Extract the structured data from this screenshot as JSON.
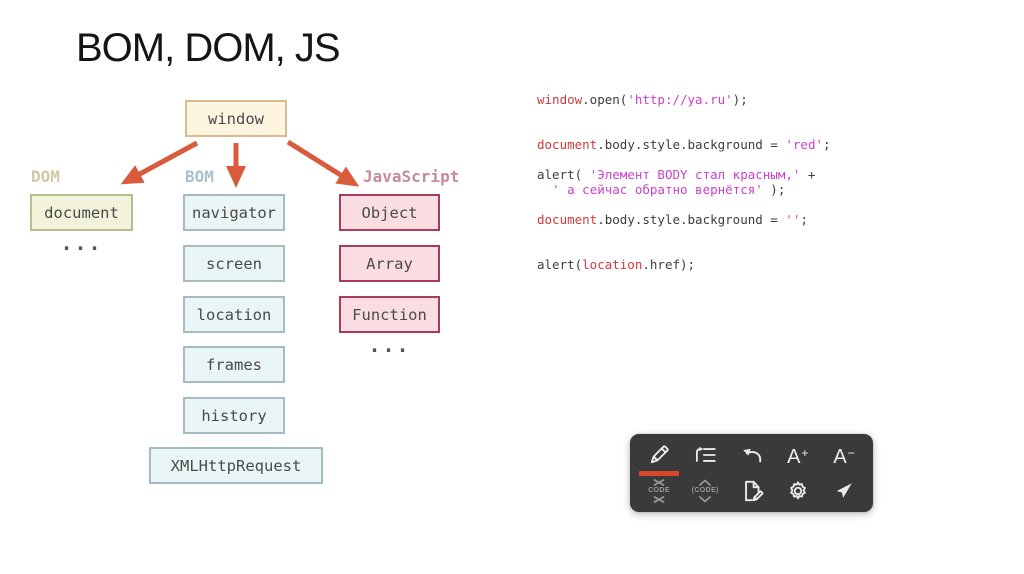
{
  "slide": {
    "title": "BOM, DOM, JS"
  },
  "diagram": {
    "root": "window",
    "dom": {
      "label": "DOM",
      "items": [
        "document"
      ],
      "more": "..."
    },
    "bom": {
      "label": "BOM",
      "items": [
        "navigator",
        "screen",
        "location",
        "frames",
        "history"
      ]
    },
    "js": {
      "label": "JavaScript",
      "items": [
        "Object",
        "Array",
        "Function"
      ],
      "more": "..."
    },
    "extra": "XMLHttpRequest",
    "colors": {
      "arrow": "#d95b3b",
      "arrow_dark": "#d9472b",
      "window_bg": "#fdf5df",
      "window_border": "#d9bc8e",
      "dom_bg": "#f2f3da",
      "dom_border": "#b9bc8d",
      "dom_label": "#cfc9a4",
      "bom_bg": "#eaf5f5",
      "bom_border": "#a7bcc2",
      "bom_label": "#a9c1cd",
      "js_bg": "#f9dde3",
      "js_border": "#aa3c59",
      "js_label": "#c68b9e"
    }
  },
  "code": {
    "colors": {
      "keyword": "#d03a3a",
      "string": "#cc3fcc",
      "plain": "#3c3c3c"
    },
    "lines": [
      [
        {
          "t": "window",
          "c": "red"
        },
        {
          "t": ".open(",
          "c": "plain"
        },
        {
          "t": "'http://ya.ru'",
          "c": "str"
        },
        {
          "t": ");",
          "c": "plain"
        }
      ],
      [],
      [],
      [
        {
          "t": "document",
          "c": "red"
        },
        {
          "t": ".body.style.background = ",
          "c": "plain"
        },
        {
          "t": "'red'",
          "c": "str"
        },
        {
          "t": ";",
          "c": "plain"
        }
      ],
      [],
      [
        {
          "t": "alert( ",
          "c": "plain"
        },
        {
          "t": "'Элемент BODY стал красным,'",
          "c": "str"
        },
        {
          "t": " +",
          "c": "plain"
        }
      ],
      [
        {
          "t": "  ",
          "c": "plain"
        },
        {
          "t": "' а сейчас обратно вернётся'",
          "c": "str"
        },
        {
          "t": " );",
          "c": "plain"
        }
      ],
      [],
      [
        {
          "t": "document",
          "c": "red"
        },
        {
          "t": ".body.style.background = ",
          "c": "plain"
        },
        {
          "t": "''",
          "c": "str"
        },
        {
          "t": ";",
          "c": "plain"
        }
      ],
      [],
      [],
      [
        {
          "t": "alert(",
          "c": "plain"
        },
        {
          "t": "location",
          "c": "red"
        },
        {
          "t": ".href);",
          "c": "plain"
        }
      ]
    ]
  },
  "toolbar": {
    "icons": [
      "pencil-icon",
      "outline-list-icon",
      "undo-icon",
      "font-increase-icon",
      "font-decrease-icon",
      "collapse-code-icon",
      "expand-code-icon",
      "note-edit-icon",
      "settings-gear-icon",
      "pin-icon"
    ],
    "font_base": "A",
    "increase_sign": "+",
    "decrease_sign": "−",
    "collapse_label": "CODE",
    "expand_label": "(CODE)"
  }
}
